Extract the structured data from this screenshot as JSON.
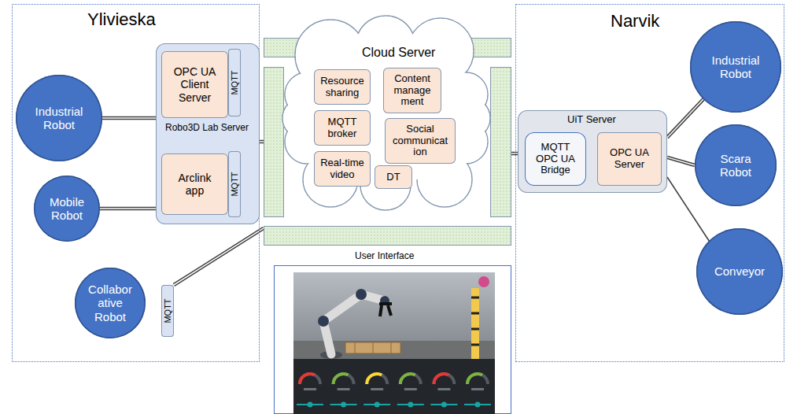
{
  "diagram": {
    "nodes": [
      {
        "text": [
          "Ylivieska"
        ]
      },
      {
        "text": [
          "Industrial Robot"
        ],
        "in": 0
      },
      {
        "text": [
          "Robo3D Lab Server"
        ],
        "in": 0
      },
      {
        "text": [
          "OPC UA Client Server"
        ],
        "in": 2
      },
      {
        "text": [
          "MQTT"
        ],
        "in": 2
      },
      {
        "text": [
          "Arclink app"
        ],
        "in": 2
      },
      {
        "text": [
          "MQTT"
        ],
        "in": 2
      },
      {
        "text": [
          "Mobile Robot"
        ],
        "in": 0
      },
      {
        "text": [
          "Collabor ative Robot"
        ],
        "in": 0
      },
      {
        "text": [
          "MQTT"
        ],
        "in": 0
      },
      {
        "text": [
          "Cloud Server"
        ]
      },
      {
        "text": [
          "Resource sharing"
        ],
        "in": 10
      },
      {
        "text": [
          "Content manage ment"
        ],
        "in": 10
      },
      {
        "text": [
          "MQTT broker"
        ],
        "in": 10
      },
      {
        "text": [
          "Social communicat ion"
        ],
        "in": 10
      },
      {
        "text": [
          "Real-time video"
        ],
        "in": 10
      },
      {
        "text": [
          "DT"
        ],
        "in": 10
      },
      {
        "text": [
          "Narvik"
        ]
      },
      {
        "text": [
          "Industrial Robot"
        ],
        "in": 17
      },
      {
        "text": [
          "UiT Server"
        ],
        "in": 17
      },
      {
        "text": [
          "MQTT OPC UA Bridge"
        ],
        "in": 19
      },
      {
        "text": [
          "OPC UA Server"
        ],
        "in": 19
      },
      {
        "text": [
          "Scara Robot"
        ],
        "in": 17
      },
      {
        "text": [
          "Conveyor"
        ],
        "in": 17
      },
      {
        "text": [
          "User Interface"
        ]
      }
    ],
    "edges": [
      {
        "from": 1,
        "to": 2,
        "arrow": "none"
      },
      {
        "from": 7,
        "to": 2,
        "arrow": "none"
      },
      {
        "from": 9,
        "to": 10,
        "arrow": "none"
      },
      {
        "from": 2,
        "to": 10,
        "arrow": "none"
      },
      {
        "from": 10,
        "to": 19,
        "arrow": "none"
      },
      {
        "from": 19,
        "to": 18,
        "arrow": "none"
      },
      {
        "from": 19,
        "to": 22,
        "arrow": "none"
      },
      {
        "from": 19,
        "to": 23,
        "arrow": "none"
      }
    ]
  }
}
